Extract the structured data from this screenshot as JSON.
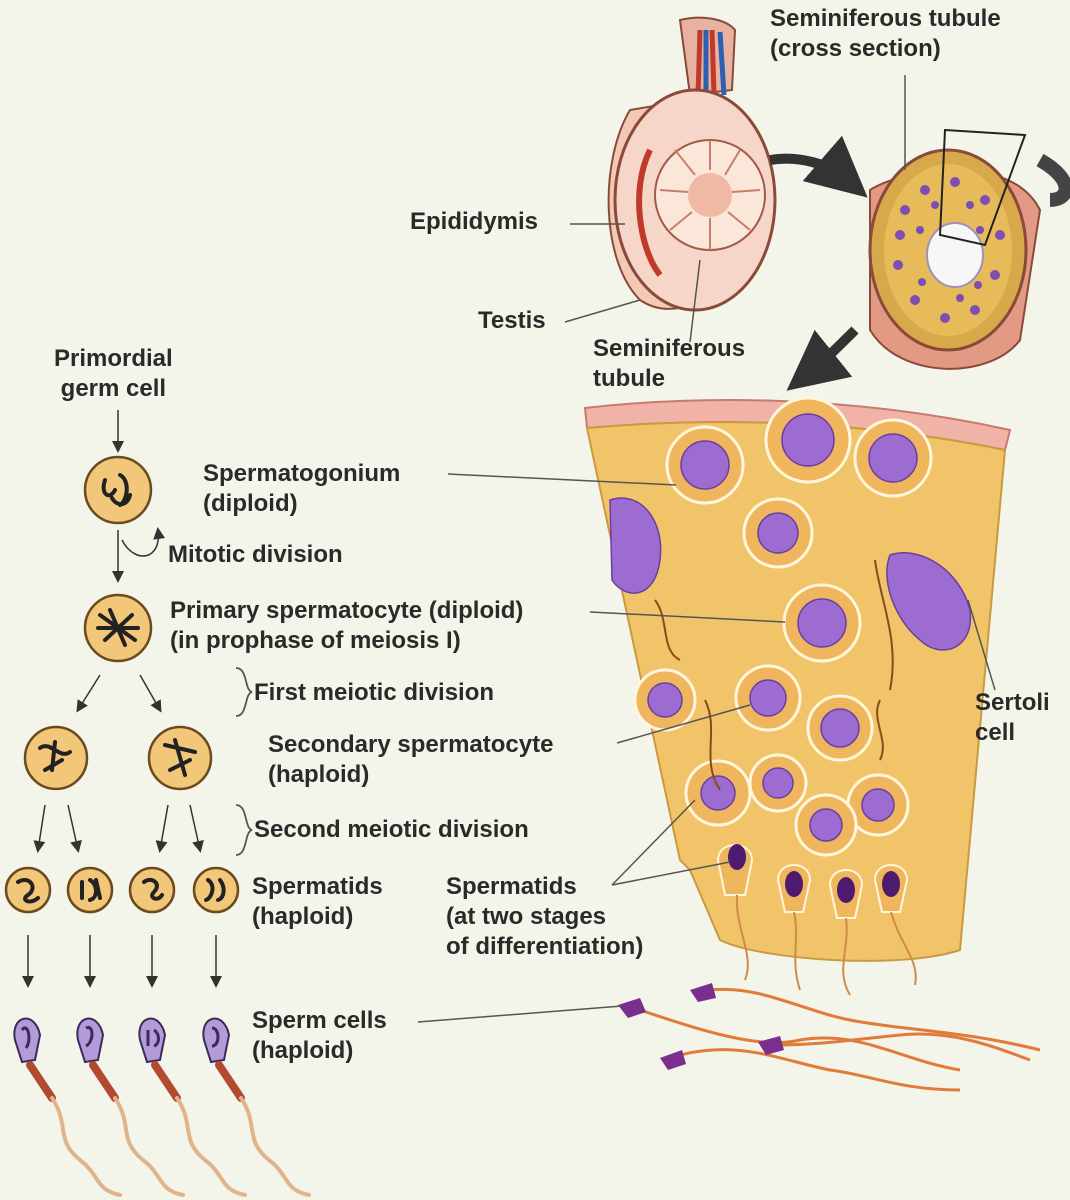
{
  "labels": {
    "seminiferous_tubule_cross": [
      "Seminiferous tubule",
      "(cross section)"
    ],
    "epididymis": "Epididymis",
    "testis": "Testis",
    "seminiferous_tubule": [
      "Seminiferous",
      "tubule"
    ],
    "primordial_germ_cell": [
      "Primordial",
      "germ cell"
    ],
    "spermatogonium": [
      "Spermatogonium",
      "(diploid)"
    ],
    "mitotic_division": "Mitotic division",
    "primary_spermatocyte": [
      "Primary spermatocyte (diploid)",
      "(in prophase of meiosis I)"
    ],
    "first_meiotic_division": "First meiotic division",
    "secondary_spermatocyte": [
      "Secondary spermatocyte",
      "(haploid)"
    ],
    "second_meiotic_division": "Second meiotic division",
    "spermatids_left": [
      "Spermatids",
      "(haploid)"
    ],
    "spermatids_right": [
      "Spermatids",
      "(at two stages",
      "of differentiation)"
    ],
    "sperm_cells": [
      "Sperm cells",
      "(haploid)"
    ],
    "sertoli_cell": [
      "Sertoli",
      "cell"
    ]
  },
  "colors": {
    "background": "#f4f5ea",
    "cell_fill": "#f2c77a",
    "cell_outline": "#6b4a1e",
    "tissue": "#f2c46a",
    "nucleus": "#8c5fc2",
    "sperm_head": "#5b2478",
    "tail": "#c47a3a",
    "tubule_wall": "#e79a86"
  }
}
